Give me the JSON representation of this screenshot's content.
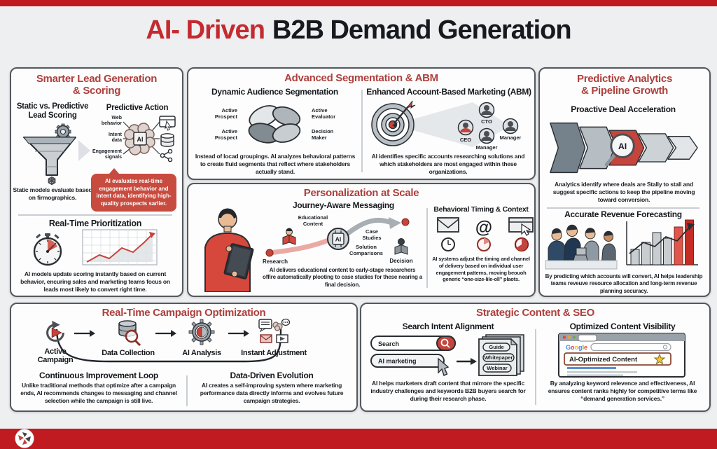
{
  "title": {
    "accent": "AI- Driven",
    "rest": "B2B Demand Generation"
  },
  "colors": {
    "accent_red": "#c42a30",
    "heading_red": "#ad403d",
    "bar_red": "#bf1b20",
    "callout_red": "#c84b3f"
  },
  "ai": "AI",
  "lead": {
    "heading1": "Smarter Lead Generation",
    "heading2": "& Scoring",
    "static1": "Static vs. Predictive",
    "static2": "Lead Scoring",
    "static_caption": "Static models evaluate based on firmographics.",
    "predictive": "Predictive Action",
    "in": [
      [
        "Web",
        "behavior"
      ],
      [
        "Intent",
        "data"
      ],
      [
        "Engagement",
        "signals"
      ]
    ],
    "callout": "AI evaluates real-time engagement behavior and intent data, identifying high-quality prospects sarlier.",
    "rt": "Real-Time Prioritization",
    "rt_caption": "AI models update scoring instantly based on current behavior, encuring sales and marketing teams focus on leads most likely to convert right time."
  },
  "seg": {
    "heading": "Advanced Segmentation & ABM",
    "dyn": "Dynamic Audience Segmentation",
    "l": [
      [
        "Active",
        "Prospect"
      ],
      [
        "Active",
        "Evaluator"
      ],
      [
        "Active",
        "Prospect"
      ],
      [
        "Decision",
        "Maker"
      ]
    ],
    "dyn_caption": "Instead of locad groupings. AI analyzes behavioral patterns to create fluid segments that reflect where stakeholders actually stand.",
    "abm": "Enhanced Account-Based Marketing (ABM)",
    "roles": [
      "CEO",
      "CTO",
      "Manager",
      "Manager"
    ],
    "abm_caption": "AI identifies specific accounts researching solutions and which stakeholders are most engaged within these organizations."
  },
  "pred": {
    "heading1": "Predictive Analytics",
    "heading2": "& Pipeline Growth",
    "deal": "Proactive Deal Acceleration",
    "deal_caption": "Analytics identify where deals are Stally to stall and suggest specific actions to keep the pipeline moving toward conversion.",
    "rev": "Accurate Revenue Forecasting",
    "rev_caption": "By predicting which accounts will convert, AI helps leadership teams reveuve resource allocation and long-term revenue planning securacy."
  },
  "pers": {
    "heading": "Personalization at Scale",
    "journey": "Journey-Aware Messaging",
    "research": "Research",
    "edu": [
      "Educational",
      "Content"
    ],
    "cs": [
      "Case",
      "Studies"
    ],
    "sc": [
      "Solution",
      "Comparisons"
    ],
    "decision": "Decision",
    "journey_caption": "AI delivers educational content to early-stage researchers offire automatically plooting to case studies for these nearing a final decision.",
    "timing": "Behavioral Timing & Context",
    "at": "@",
    "timing_caption": "AI systems adjust the timing and channel of delivery based on individual user engagement patterns, moving beouoh generic “one-size-lile-oll” plaots."
  },
  "camp": {
    "heading": "Real-Time Campaign Optimization",
    "steps": [
      "Active Campaign",
      "Data Collection",
      "AI Analysis",
      "Instant Adjustment"
    ],
    "loop": "Continuous Improvement Loop",
    "loop_caption": "Unlike traditional methods that optimize after a campaign ends, AI recommends changes to messaging and channel selection while the campaign is still live.",
    "evo": "Data-Driven Evolution",
    "evo_caption": "AI creates a self-improving system where marketing performance data directly informs and evolves future campaign strategies."
  },
  "seo": {
    "heading": "Strategic Content & SEO",
    "intent": "Search Intent Alignment",
    "search": "Search",
    "query": "AI marketing",
    "docs": [
      "Guide",
      "Whitepaper",
      "Webinar"
    ],
    "intent_caption": "AI helps marketers draft content that mirrore the specific industry challenges and keywords B2B buyers search for during their research phase.",
    "vis": "Optimized Content Visibility",
    "g": [
      "G",
      "o",
      "o",
      "g",
      "l",
      "e"
    ],
    "opt": "AI-Optimized Content",
    "vis_caption": "By analyzing keyword relevence and effectiveness, AI ensures content ranks highly for competitive terms like “demand generation services.”"
  }
}
